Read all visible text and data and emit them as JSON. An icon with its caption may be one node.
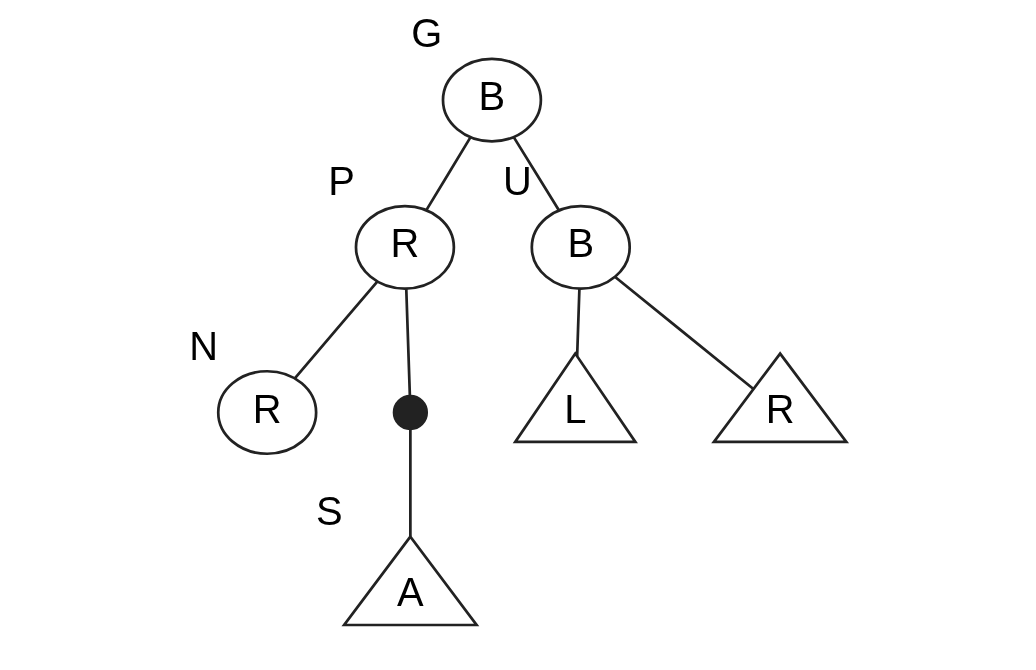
{
  "diagram": {
    "nodes": [
      {
        "text": [
          "B"
        ],
        "beside": [
          "G"
        ]
      },
      {
        "text": [
          "R"
        ],
        "beside": [
          "P"
        ]
      },
      {
        "text": [
          "B"
        ],
        "beside": [
          "U"
        ]
      },
      {
        "text": [
          "R"
        ],
        "beside": [
          "N"
        ]
      },
      {
        "text": [],
        "shape": "circle"
      },
      {
        "text": [
          "A"
        ],
        "beside": [
          "S"
        ]
      },
      {
        "text": [
          "L"
        ]
      },
      {
        "text": [
          "R"
        ]
      }
    ],
    "edges": [
      {
        "from": 0,
        "to": 1,
        "arrow": "none"
      },
      {
        "from": 0,
        "to": 2,
        "arrow": "none"
      },
      {
        "from": 1,
        "to": 3,
        "arrow": "none"
      },
      {
        "from": 1,
        "to": 4,
        "arrow": "none"
      },
      {
        "from": 4,
        "to": 5,
        "arrow": "none"
      },
      {
        "from": 2,
        "to": 6,
        "arrow": "none"
      },
      {
        "from": 2,
        "to": 7,
        "arrow": "none"
      }
    ]
  }
}
